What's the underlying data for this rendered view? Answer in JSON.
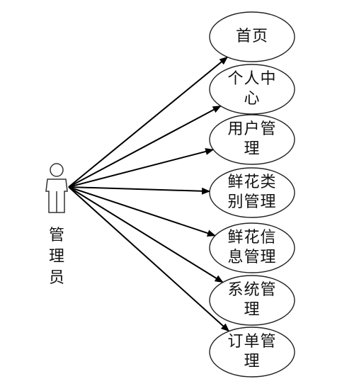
{
  "actor": {
    "label": "管理员",
    "chars": [
      "管",
      "理",
      "员"
    ]
  },
  "use_cases": [
    {
      "label": "首页"
    },
    {
      "label": "个人中心"
    },
    {
      "label": "用户管理"
    },
    {
      "label": "鲜花类别管理"
    },
    {
      "label": "鲜花信息管理"
    },
    {
      "label": "系统管理"
    },
    {
      "label": "订单管理"
    }
  ]
}
